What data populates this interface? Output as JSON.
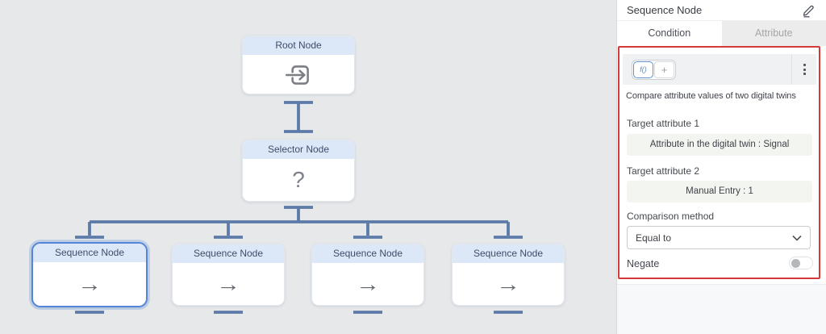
{
  "colors": {
    "highlight": "#d43a3a",
    "selected": "#5585d8",
    "connector": "#5d7ba9",
    "node_header": "#dce7f8"
  },
  "canvas": {
    "nodes": [
      {
        "id": "root",
        "title": "Root Node",
        "icon": "enter-icon"
      },
      {
        "id": "selector",
        "title": "Selector Node",
        "icon": "question-mark-icon",
        "glyph": "?"
      },
      {
        "id": "seq1",
        "title": "Sequence Node",
        "icon": "arrow-right-icon",
        "glyph": "→",
        "selected": true
      },
      {
        "id": "seq2",
        "title": "Sequence Node",
        "icon": "arrow-right-icon",
        "glyph": "→"
      },
      {
        "id": "seq3",
        "title": "Sequence Node",
        "icon": "arrow-right-icon",
        "glyph": "→"
      },
      {
        "id": "seq4",
        "title": "Sequence Node",
        "icon": "arrow-right-icon",
        "glyph": "→"
      }
    ]
  },
  "panel": {
    "title": "Sequence Node",
    "edit_icon": "pencil-icon",
    "tabs": [
      {
        "label": "Condition",
        "active": true
      },
      {
        "label": "Attribute",
        "active": false
      }
    ],
    "toolbar": {
      "function_button_glyph": "f()",
      "add_button_label": "+",
      "menu_icon": "kebab-menu-icon"
    },
    "description": "Compare attribute values of two digital twins",
    "fields": [
      {
        "label": "Target attribute 1",
        "value": "Attribute in the digital twin : Signal"
      },
      {
        "label": "Target attribute 2",
        "value": "Manual Entry : 1"
      }
    ],
    "comparison": {
      "label": "Comparison method",
      "value": "Equal to"
    },
    "negate": {
      "label": "Negate",
      "enabled": false
    }
  }
}
